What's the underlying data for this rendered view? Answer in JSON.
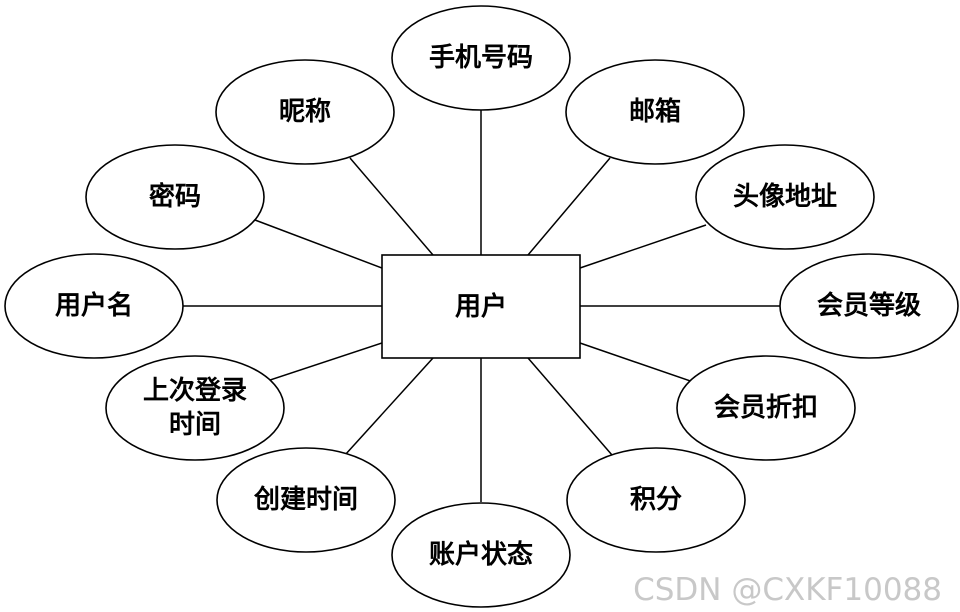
{
  "entity": {
    "label": "用户"
  },
  "attributes": [
    {
      "id": "phone",
      "lines": [
        "手机号码"
      ]
    },
    {
      "id": "nickname",
      "lines": [
        "昵称"
      ]
    },
    {
      "id": "email",
      "lines": [
        "邮箱"
      ]
    },
    {
      "id": "password",
      "lines": [
        "密码"
      ]
    },
    {
      "id": "avatar-address",
      "lines": [
        "头像地址"
      ]
    },
    {
      "id": "username",
      "lines": [
        "用户名"
      ]
    },
    {
      "id": "member-level",
      "lines": [
        "会员等级"
      ]
    },
    {
      "id": "last-login-time",
      "lines": [
        "上次登录",
        "时间"
      ]
    },
    {
      "id": "member-discount",
      "lines": [
        "会员折扣"
      ]
    },
    {
      "id": "create-time",
      "lines": [
        "创建时间"
      ]
    },
    {
      "id": "points",
      "lines": [
        "积分"
      ]
    },
    {
      "id": "account-status",
      "lines": [
        "账户状态"
      ]
    }
  ],
  "watermark": "CSDN @CXKF10088"
}
